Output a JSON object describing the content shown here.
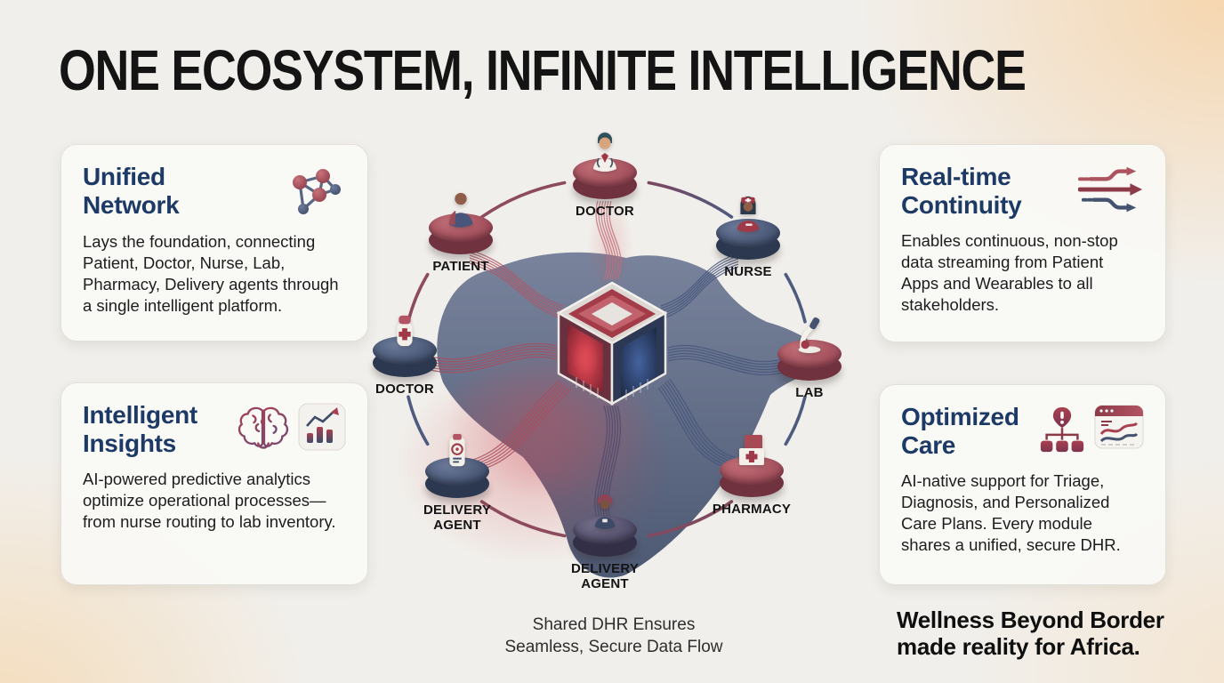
{
  "title": "ONE ECOSYSTEM, INFINITE INTELLIGENCE",
  "cards": [
    {
      "id": "unified-network",
      "title": "Unified\nNetwork",
      "body": "Lays the foundation, connecting Patient, Doctor, Nurse, Lab, Pharmacy, Delivery agents through a single intelligent platform.",
      "icons": [
        "network-icon"
      ]
    },
    {
      "id": "intelligent-insights",
      "title": "Intelligent\nInsights",
      "body": "AI-powered predictive analytics optimize operational processes—from nurse routing to lab inventory.",
      "icons": [
        "brain-icon",
        "analytics-bars-icon"
      ]
    },
    {
      "id": "real-time-continuity",
      "title": "Real-time\nContinuity",
      "body": "Enables continuous, non-stop data streaming from Patient Apps and Wearables to all stakeholders.",
      "icons": [
        "data-streams-icon"
      ]
    },
    {
      "id": "optimized-care",
      "title": "Optimized\nCare",
      "body": "AI-native support for Triage, Diagnosis, and Personalized Care Plans. Every module shares a unified, secure DHR.",
      "icons": [
        "triage-flow-icon",
        "chart-window-icon"
      ]
    }
  ],
  "diagram": {
    "center": "africa-map-with-dhr-cube",
    "nodes": [
      {
        "label": "DOCTOR",
        "icon": "doctor-figure-icon",
        "base_color": "red"
      },
      {
        "label": "PATIENT",
        "icon": "patient-figure-icon",
        "base_color": "red"
      },
      {
        "label": "NURSE",
        "icon": "nurse-figure-icon",
        "base_color": "navy"
      },
      {
        "label": "DOCTOR",
        "icon": "medicine-bottle-icon",
        "base_color": "navy"
      },
      {
        "label": "LAB",
        "icon": "microscope-icon",
        "base_color": "red"
      },
      {
        "label": "DELIVERY\nAGENT",
        "icon": "delivery-device-icon",
        "base_color": "navy"
      },
      {
        "label": "PHARMACY",
        "icon": "pharmacy-building-icon",
        "base_color": "red"
      },
      {
        "label": "DELIVERY\nAGENT",
        "icon": "courier-figure-icon",
        "base_color": "dark"
      }
    ],
    "caption": "Shared DHR Ensures\nSeamless, Secure Data Flow"
  },
  "footer": {
    "tagline": "Wellness Beyond Border made reality for Africa."
  },
  "colors": {
    "background": "#f1efeb",
    "peach_corner": "#f6d5ac",
    "heading_navy": "#1d3a66",
    "title_black": "#141414",
    "accent_maroon": "#9d4a58",
    "accent_navy": "#42506e",
    "arc_maroon": "#8d4b5e",
    "arc_navy": "#4d5b7e",
    "map_navy": "#56627f",
    "cube_red_face": "#8c2f3d",
    "cube_blue_face": "#2c3854"
  }
}
